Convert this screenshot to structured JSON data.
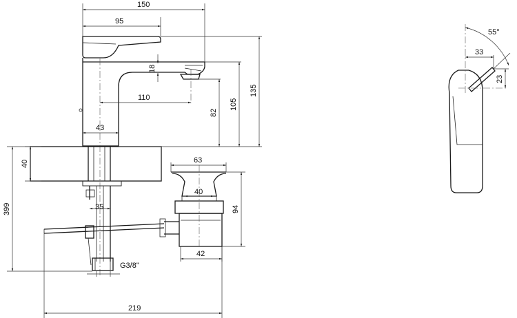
{
  "front_view": {
    "dim_total_width": "150",
    "dim_lever_length": "95",
    "dim_spout_reach": "110",
    "dim_body_width": "43",
    "dim_spout_thickness": "18",
    "dim_outlet_height": "82",
    "dim_spout_height": "105",
    "dim_total_height": "135",
    "dim_worktop_thickness": "40",
    "dim_overall_height": "399",
    "dim_shank_offset": "35",
    "dim_hose_length": "219",
    "connection_thread": "G3/8\""
  },
  "waste": {
    "dim_top_diameter": "63",
    "dim_inner_diameter": "40",
    "dim_height": "94",
    "dim_body_width": "42"
  },
  "side_view": {
    "dim_angle": "55°",
    "dim_lever_reach": "33",
    "dim_lever_drop": "23"
  }
}
